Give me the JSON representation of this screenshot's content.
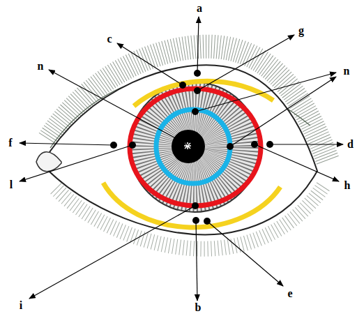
{
  "diagram": {
    "labels": [
      "a",
      "c",
      "g",
      "n",
      "n",
      "f",
      "d",
      "l",
      "h",
      "i",
      "e",
      "b"
    ]
  }
}
